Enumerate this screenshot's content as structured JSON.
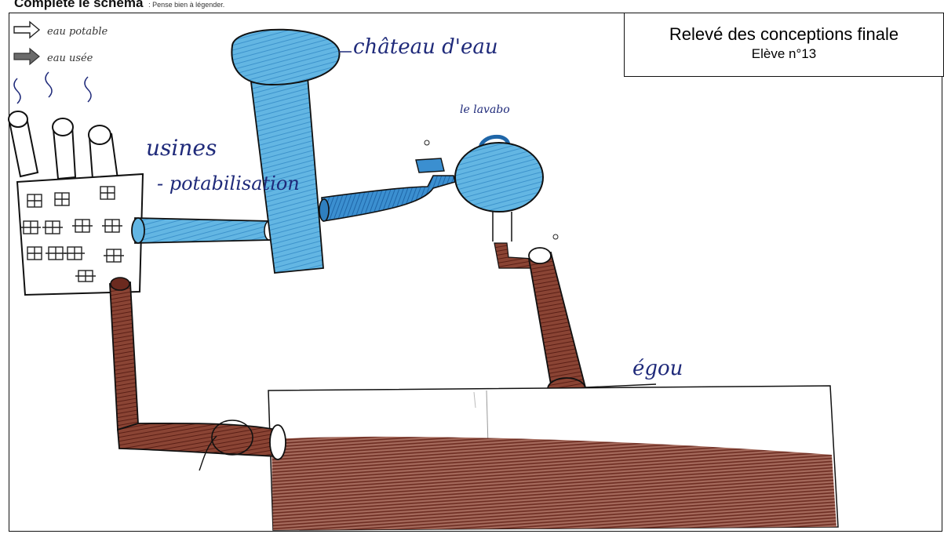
{
  "header": {
    "sheet_title": "Complète le schéma",
    "instruction": ": Pense bien à légender."
  },
  "record_box": {
    "title": "Relevé des conceptions finale",
    "student": "Elève n°13"
  },
  "legend": [
    {
      "label": "eau potable",
      "arrow": "outline-arrow",
      "color": "#ffffff"
    },
    {
      "label": "eau usée",
      "arrow": "filled-arrow",
      "color": "#6b6b6b"
    }
  ],
  "labels": {
    "water_tower": "château d'eau",
    "treatment_plant_line1": "usines",
    "treatment_plant_line2": "- potabilisation",
    "sink": "le lavabo",
    "sewer": "égou"
  },
  "colors": {
    "clean_water": "#4aa6d9",
    "clean_water_dark": "#2f7fbf",
    "waste_water": "#6b2a1f",
    "ink": "#1f2a7a"
  }
}
